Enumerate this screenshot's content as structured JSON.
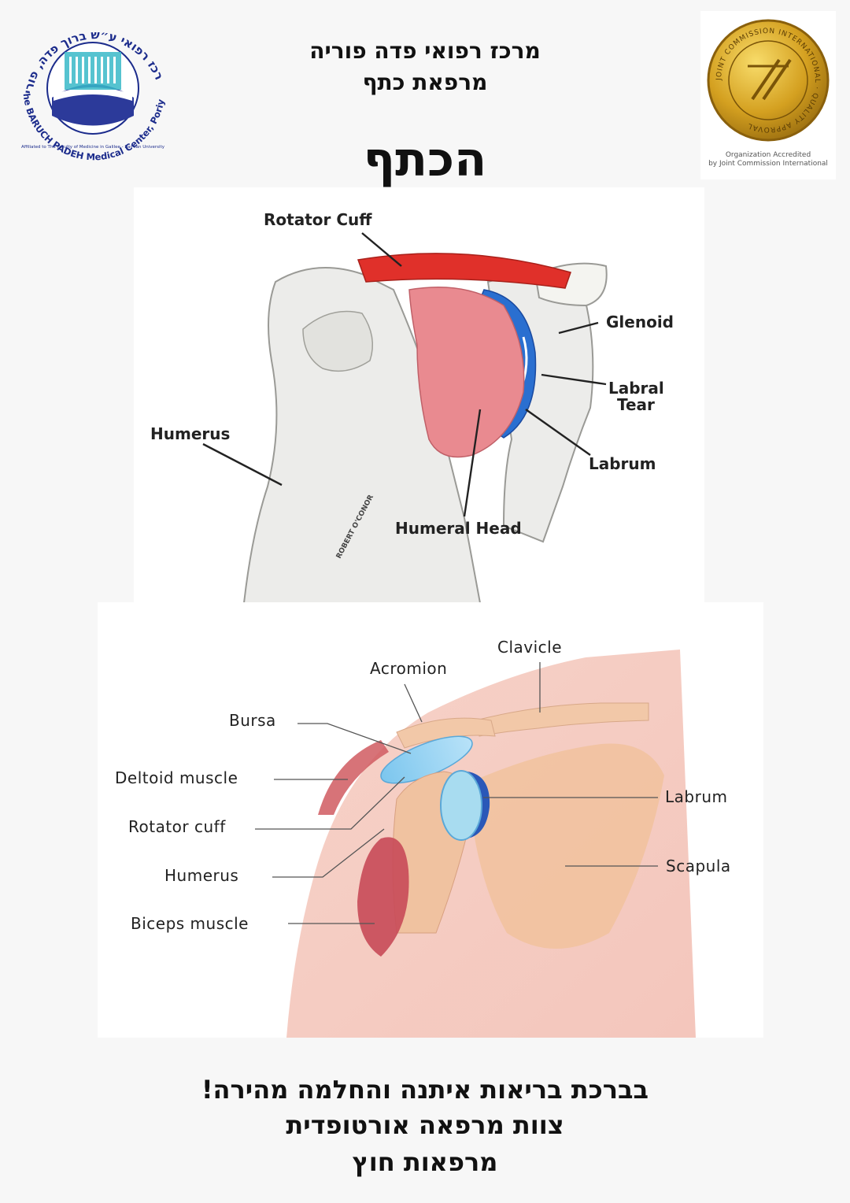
{
  "header": {
    "hospital_name": "מרכז רפואי פדה פוריה",
    "clinic_name": "מרפאת כתף",
    "title": "הכתף"
  },
  "logo": {
    "text_hebrew": "מרכז רפואי ע״ש ברוך פדה, פוריה",
    "text_english": "The BARUCH PADEH Medical Center, Poriya",
    "affiliation": "Affiliated to The Faculty of Medicine in Galilee - Bar Ilan University"
  },
  "accreditation": {
    "seal_text": "JOINT COMMISSION INTERNATIONAL · QUALITY APPROVAL",
    "caption_line1": "Organization Accredited",
    "caption_line2": "by Joint Commission International",
    "gold": "#d4a020"
  },
  "diagram1": {
    "labels": {
      "rotator_cuff": "Rotator Cuff",
      "glenoid": "Glenoid",
      "labral_tear_1": "Labral",
      "labral_tear_2": "Tear",
      "humerus": "Humerus",
      "labrum": "Labrum",
      "humeral_head": "Humeral Head"
    },
    "signature": "ROBERT O'CONOR",
    "colors": {
      "cuff": "#e0302a",
      "head": "#e98a90",
      "labrum": "#2a6fd0"
    }
  },
  "diagram2": {
    "labels": {
      "clavicle": "Clavicle",
      "acromion": "Acromion",
      "bursa": "Bursa",
      "deltoid": "Deltoid muscle",
      "rotator_cuff": "Rotator cuff",
      "humerus": "Humerus",
      "biceps": "Biceps muscle",
      "labrum": "Labrum",
      "scapula": "Scapula"
    }
  },
  "footer": {
    "line1": "בברכת בריאות איתנה והחלמה מהירה!",
    "line2": "צוות מרפאה אורטופדית",
    "line3": "מרפאות חוץ"
  }
}
